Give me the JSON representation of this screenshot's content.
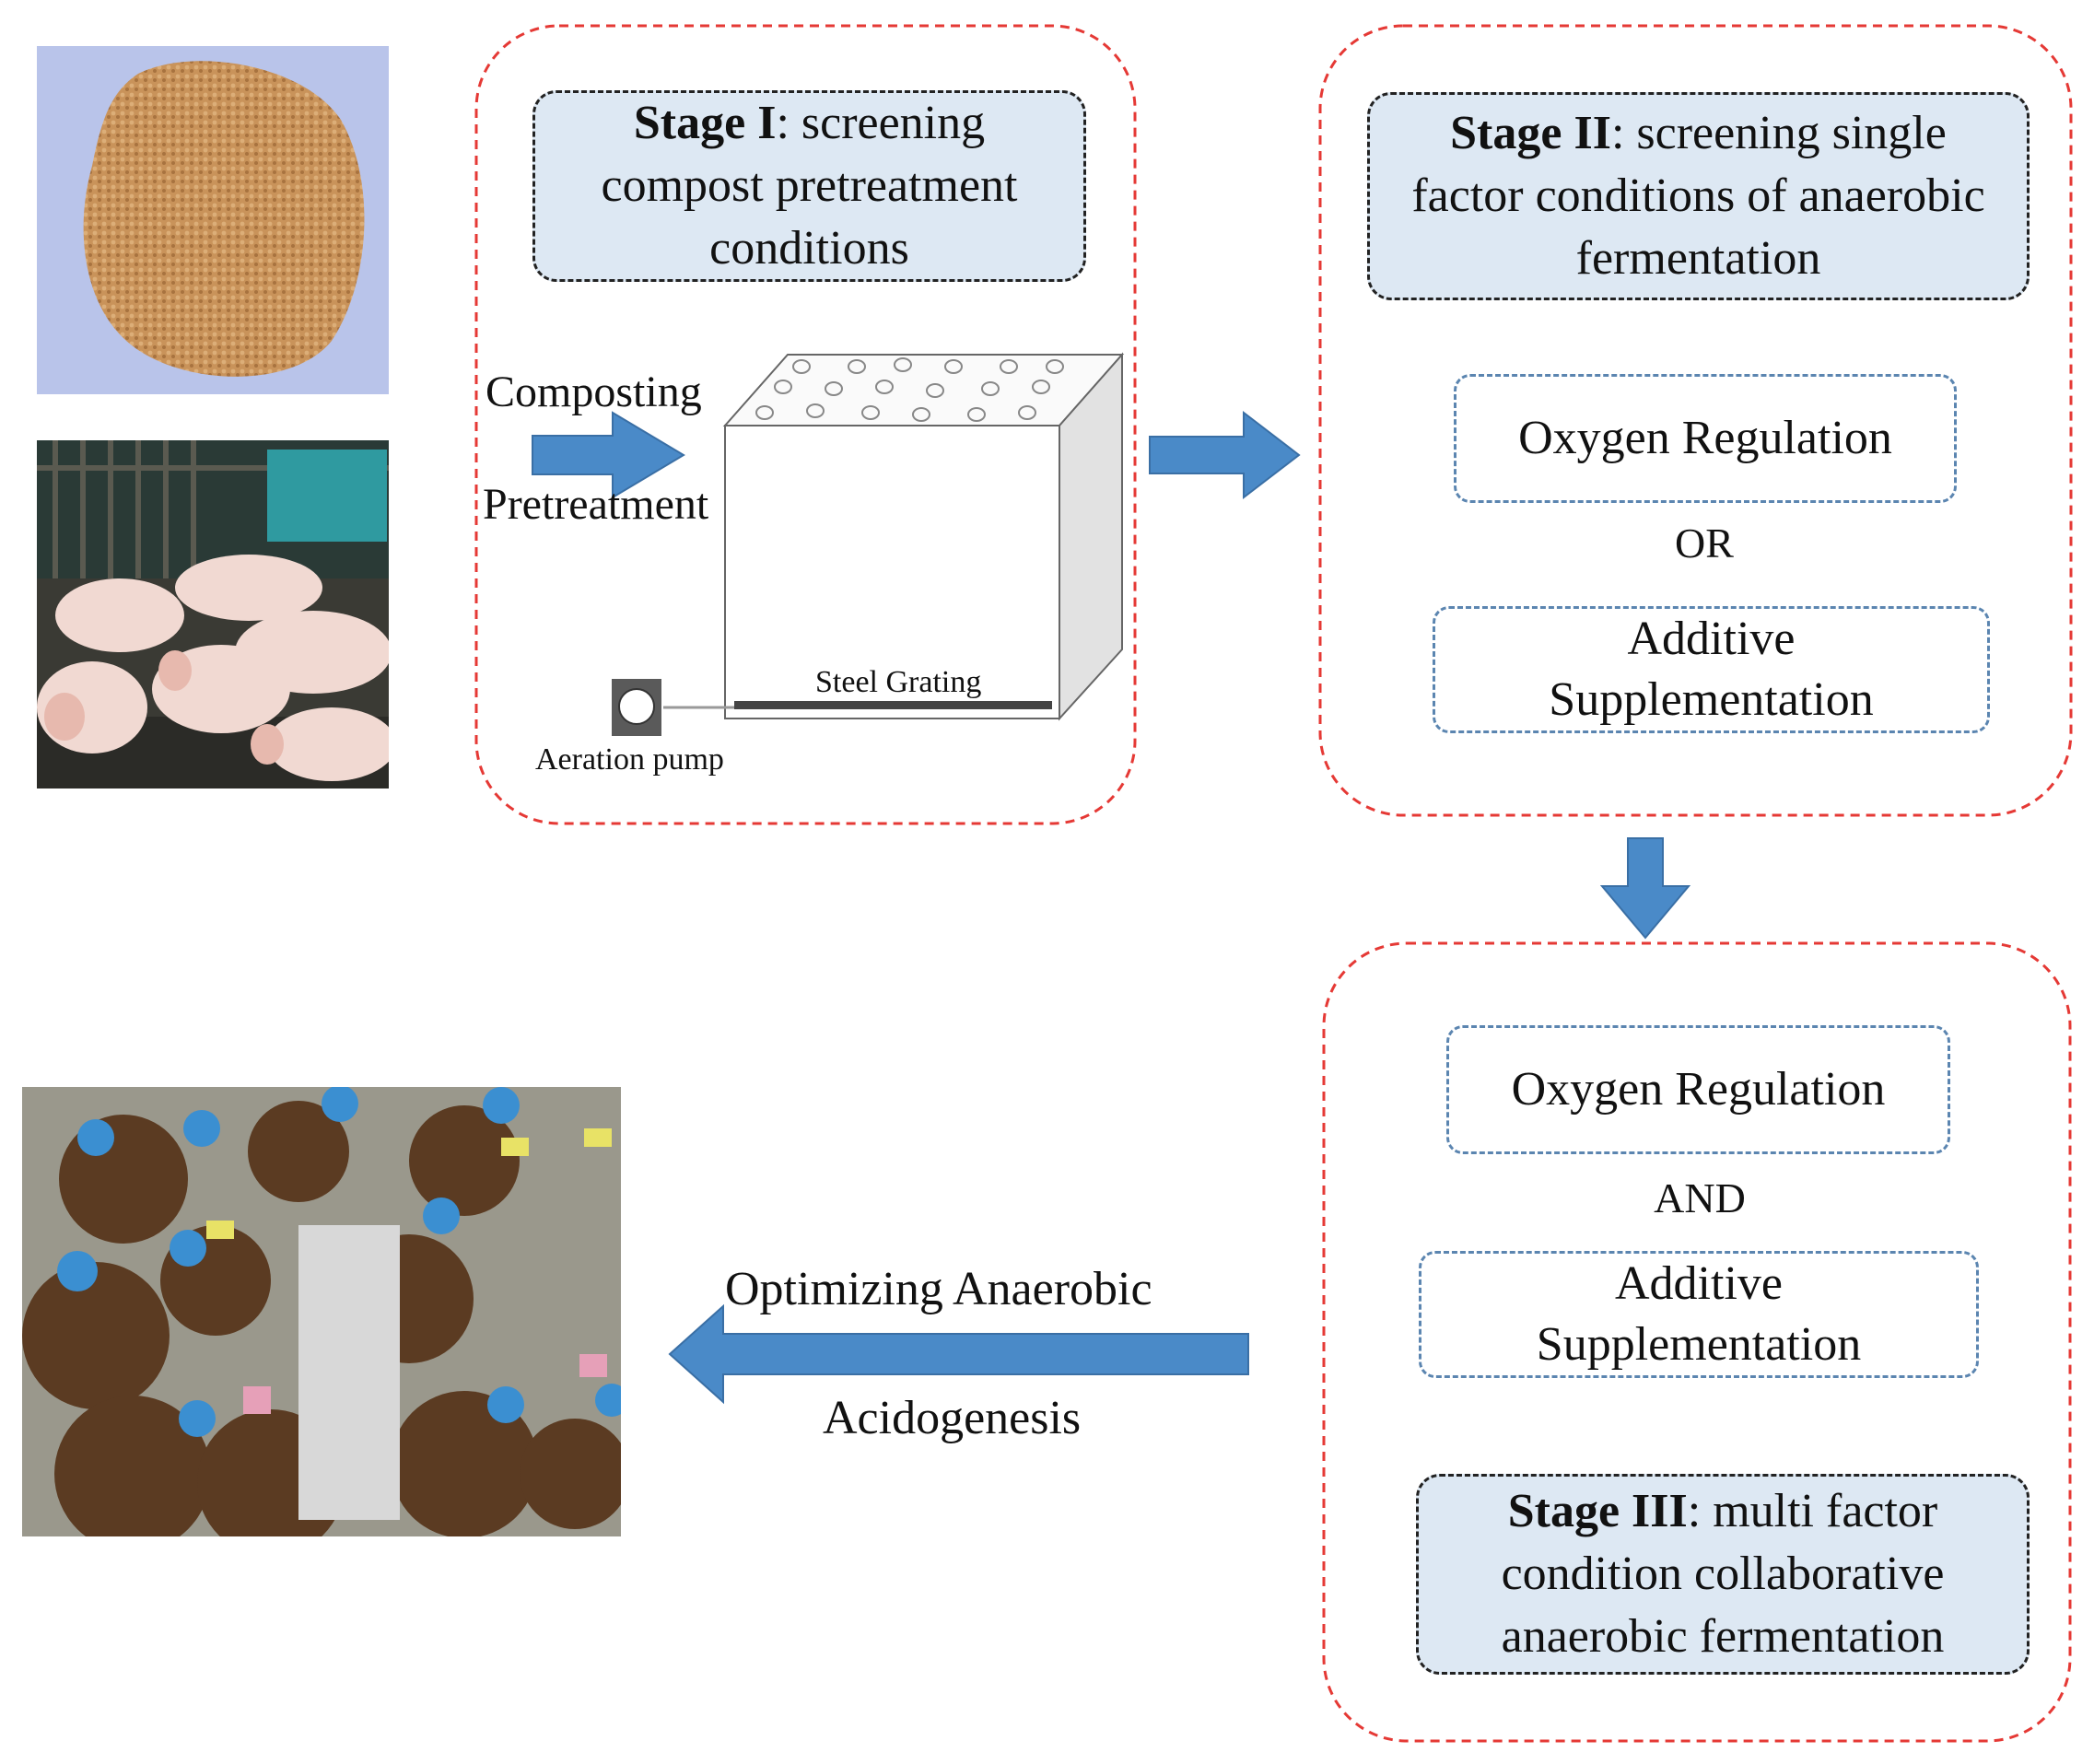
{
  "stage1": {
    "title_bold": "Stage I",
    "title_rest": ": screening compost pretreatment conditions",
    "arrow_label_top": "Composting",
    "arrow_label_bottom": "Pretreatment",
    "grating_label": "Steel Grating",
    "pump_label": "Aeration pump"
  },
  "stage2": {
    "title_bold": "Stage II",
    "title_rest": ": screening single factor conditions of anaerobic fermentation",
    "factor1": "Oxygen Regulation",
    "connector": "OR",
    "factor2": "Additive Supplementation"
  },
  "stage3": {
    "factor1": "Oxygen Regulation",
    "connector": "AND",
    "factor2": "Additive Supplementation",
    "title_bold": "Stage III",
    "title_rest": ": multi factor condition collaborative anaerobic fermentation"
  },
  "bottom_arrow": {
    "label_top": "Optimizing Anaerobic",
    "label_bottom": "Acidogenesis"
  },
  "colors": {
    "red_dashed": "#e53935",
    "arrow_blue": "#4a8ac8",
    "stage_fill": "#dde8f3"
  }
}
